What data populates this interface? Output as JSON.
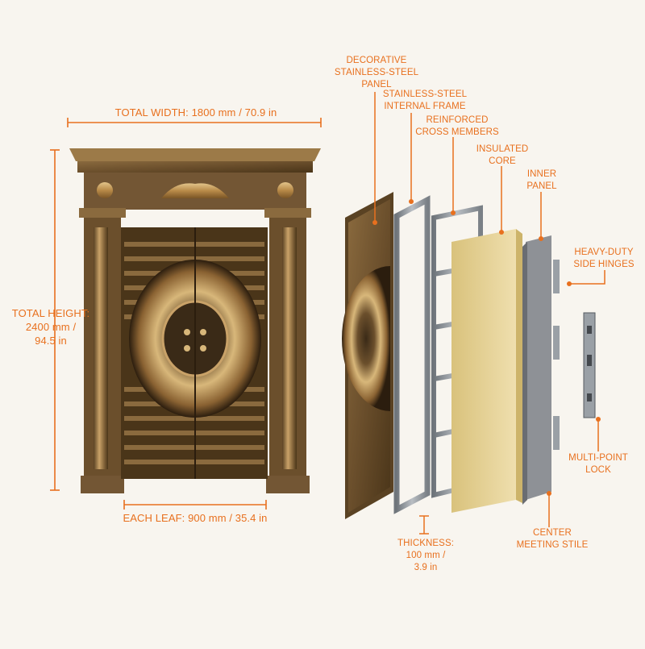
{
  "colors": {
    "background": "#f8f5ef",
    "annotation": "#e8701e",
    "bronze_dark": "#3a2a17",
    "bronze_mid": "#7a5a34",
    "bronze_light": "#c9a268",
    "steel": "#9aa0a6",
    "insulation": "#e3cf8f",
    "inner_panel": "#8e9196"
  },
  "dimensions": {
    "total_width": "TOTAL WIDTH: 1800 mm / 70.9 in",
    "total_height": [
      "TOTAL HEIGHT:",
      "2400 mm /",
      "94.5 in"
    ],
    "each_leaf": "EACH LEAF: 900 mm / 35.4 in",
    "thickness": [
      "THICKNESS:",
      "100 mm /",
      "3.9 in"
    ]
  },
  "layers": {
    "decorative_panel": [
      "DECORATIVE",
      "STAINLESS-STEEL",
      "PANEL"
    ],
    "internal_frame": [
      "STAINLESS-STEEL",
      "INTERNAL FRAME"
    ],
    "cross_members": [
      "REINFORCED",
      "CROSS MEMBERS"
    ],
    "insulated_core": [
      "INSULATED",
      "CORE"
    ],
    "inner_panel": [
      "INNER",
      "PANEL"
    ],
    "side_hinges": [
      "HEAVY-DUTY",
      "SIDE HINGES"
    ],
    "multi_point_lock": [
      "MULTI-POINT",
      "LOCK"
    ],
    "center_stile": [
      "CENTER",
      "MEETING STILE"
    ]
  },
  "icons": [
    "thickness-bracket-icon",
    "dimension-arrow-icon"
  ]
}
